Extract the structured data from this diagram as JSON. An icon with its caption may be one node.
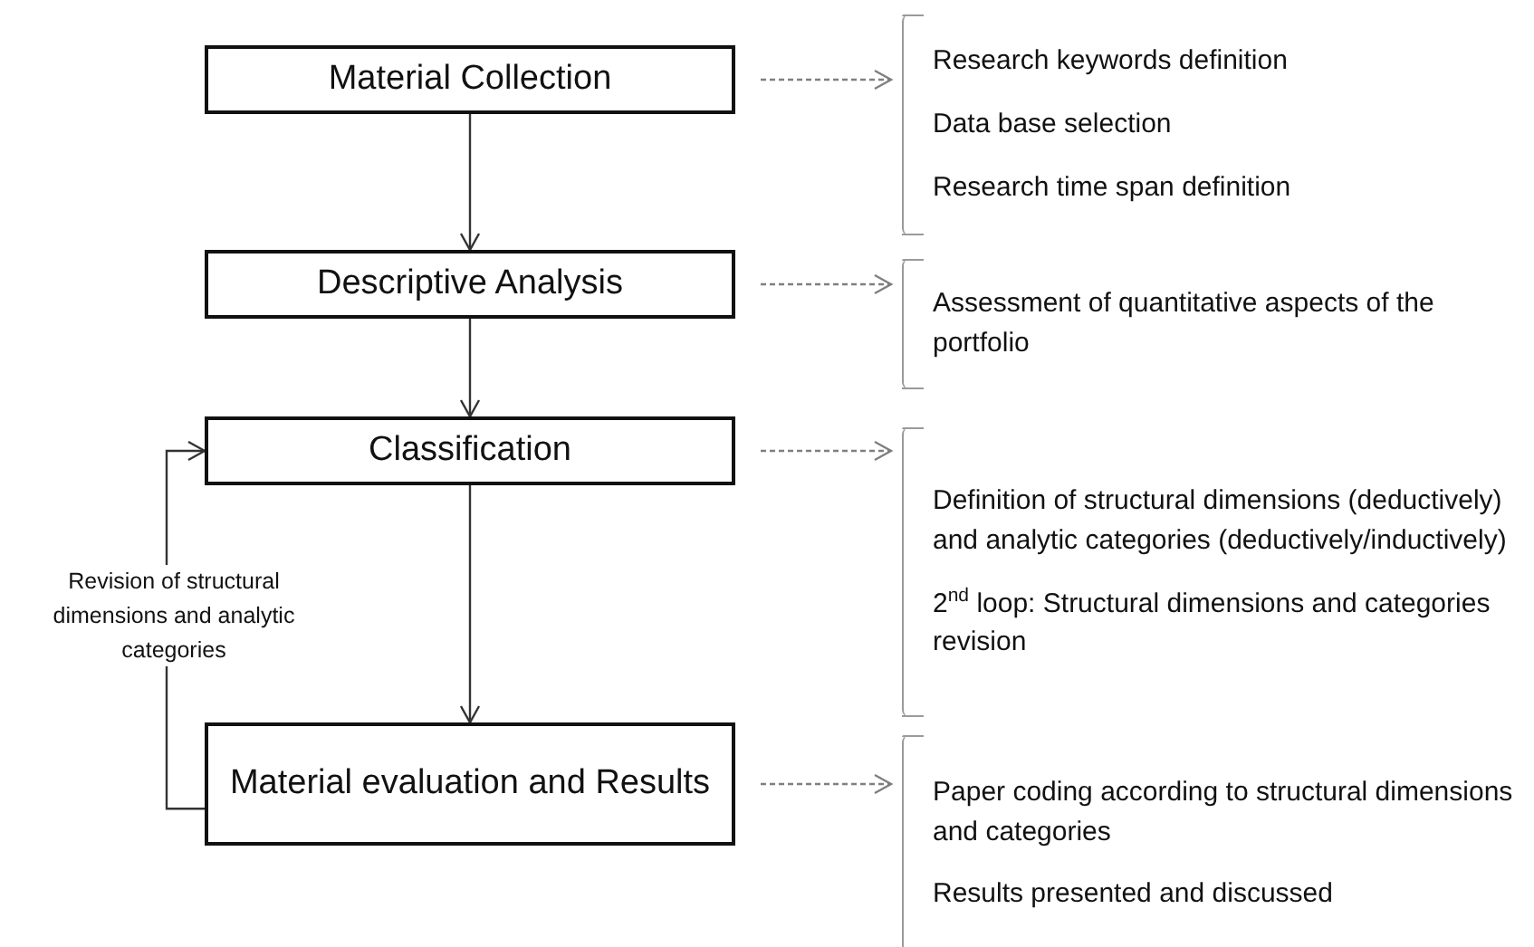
{
  "diagram": {
    "nodes": [
      {
        "text": [
          "Material Collection"
        ]
      },
      {
        "text": [
          "Descriptive Analysis"
        ]
      },
      {
        "text": [
          "Classification"
        ]
      },
      {
        "text": [
          "Material evaluation and Results"
        ]
      },
      {
        "text": [
          "Research keywords  definition",
          "Data base selection",
          "Research time span definition"
        ]
      },
      {
        "text": [
          "Assessment of quantitative aspects of the portfolio"
        ]
      },
      {
        "text": [
          "Definition of structural dimensions (deductively) and analytic categories (deductively/inductively)",
          "2$^{nd}$ loop: Structural dimensions and categories revision"
        ]
      },
      {
        "text": [
          "Paper coding according to structural dimensions and categories",
          "Results presented and discussed"
        ]
      }
    ],
    "edges": [
      {
        "from": 0,
        "to": 1,
        "arrow": "to"
      },
      {
        "from": 1,
        "to": 2,
        "arrow": "to"
      },
      {
        "from": 2,
        "to": 3,
        "arrow": "to"
      },
      {
        "from": 3,
        "to": 2,
        "arrow": "to",
        "label": "Revision of structural dimensions and analytic categories"
      },
      {
        "from": 0,
        "to": 4,
        "arrow": "to",
        "style": "dashed",
        "color": "#7f7f7f"
      },
      {
        "from": 1,
        "to": 5,
        "arrow": "to",
        "style": "dashed",
        "color": "#7f7f7f"
      },
      {
        "from": 2,
        "to": 6,
        "arrow": "to",
        "style": "dashed",
        "color": "#7f7f7f"
      },
      {
        "from": 3,
        "to": 7,
        "arrow": "to",
        "style": "dashed",
        "color": "#7f7f7f"
      }
    ]
  }
}
